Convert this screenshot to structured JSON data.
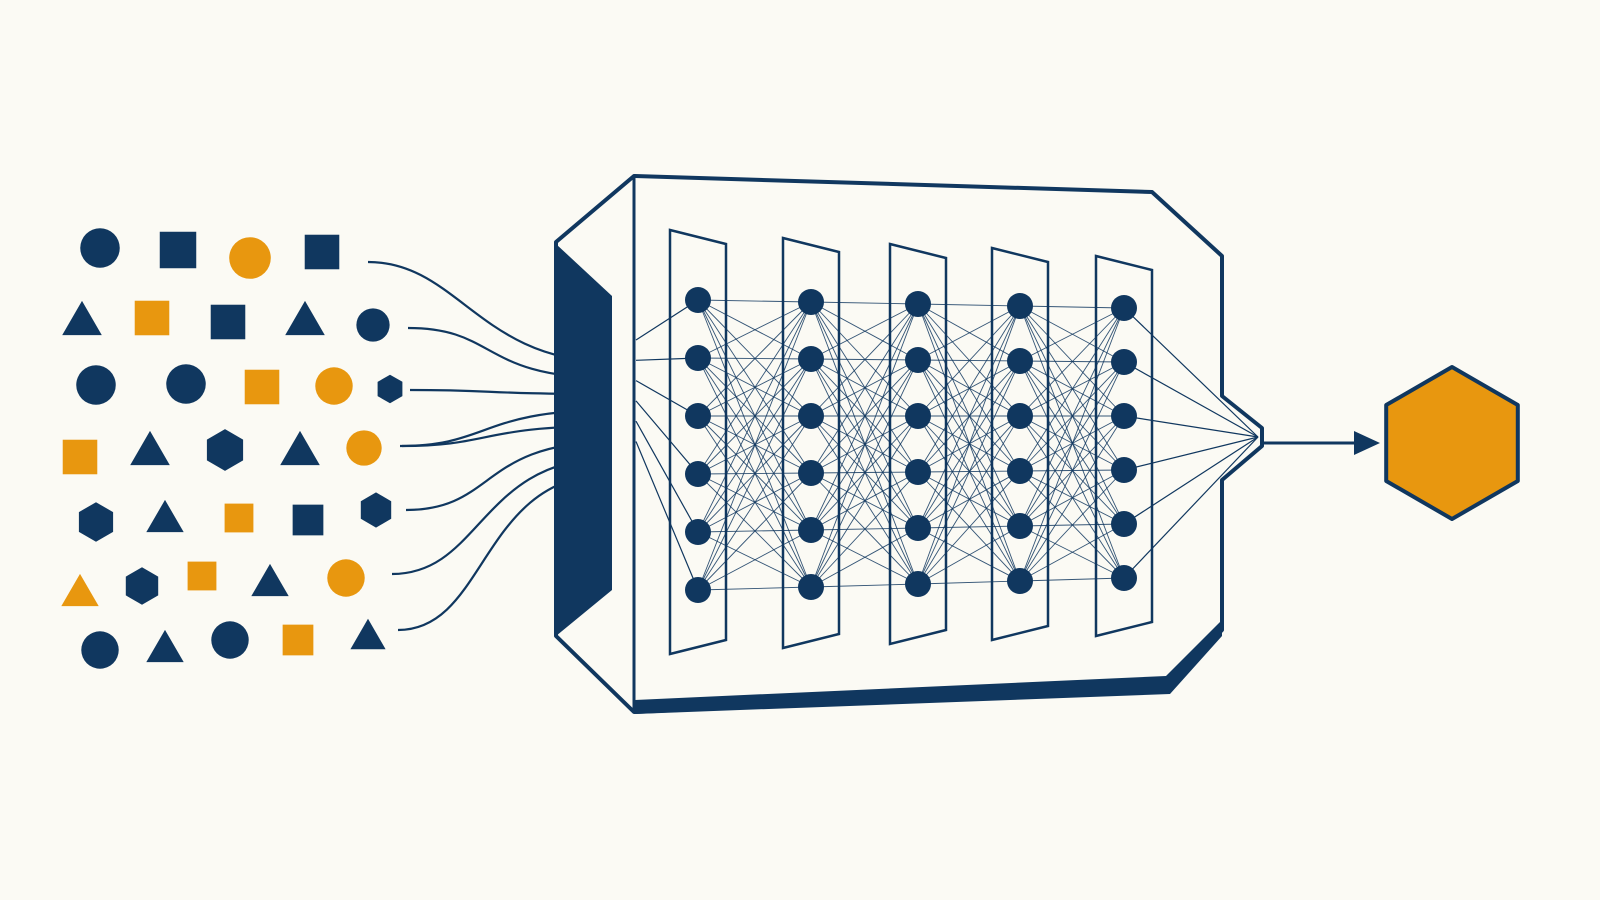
{
  "colors": {
    "background": "#fbfaf4",
    "navy": "#10375f",
    "orange": "#e8970f"
  },
  "input_shapes": [
    {
      "shape": "circle",
      "color": "navy"
    },
    {
      "shape": "square",
      "color": "navy"
    },
    {
      "shape": "circle",
      "color": "orange"
    },
    {
      "shape": "square",
      "color": "navy"
    },
    {
      "shape": "triangle",
      "color": "navy"
    },
    {
      "shape": "square",
      "color": "orange"
    },
    {
      "shape": "square",
      "color": "navy"
    },
    {
      "shape": "triangle",
      "color": "navy"
    },
    {
      "shape": "circle",
      "color": "navy"
    },
    {
      "shape": "circle",
      "color": "navy"
    },
    {
      "shape": "circle",
      "color": "navy"
    },
    {
      "shape": "square",
      "color": "orange"
    },
    {
      "shape": "circle",
      "color": "orange"
    },
    {
      "shape": "hexagon",
      "color": "navy"
    },
    {
      "shape": "square",
      "color": "orange"
    },
    {
      "shape": "triangle",
      "color": "navy"
    },
    {
      "shape": "hexagon",
      "color": "navy"
    },
    {
      "shape": "triangle",
      "color": "navy"
    },
    {
      "shape": "circle",
      "color": "orange"
    },
    {
      "shape": "hexagon",
      "color": "navy"
    },
    {
      "shape": "triangle",
      "color": "navy"
    },
    {
      "shape": "square",
      "color": "orange"
    },
    {
      "shape": "square",
      "color": "navy"
    },
    {
      "shape": "hexagon",
      "color": "navy"
    },
    {
      "shape": "triangle",
      "color": "orange"
    },
    {
      "shape": "hexagon",
      "color": "navy"
    },
    {
      "shape": "square",
      "color": "orange"
    },
    {
      "shape": "triangle",
      "color": "navy"
    },
    {
      "shape": "circle",
      "color": "orange"
    },
    {
      "shape": "circle",
      "color": "navy"
    },
    {
      "shape": "triangle",
      "color": "navy"
    },
    {
      "shape": "circle",
      "color": "navy"
    },
    {
      "shape": "square",
      "color": "orange"
    },
    {
      "shape": "triangle",
      "color": "navy"
    }
  ],
  "network": {
    "layers": 5,
    "nodes_per_layer": 6,
    "input_wires": 8
  },
  "output": {
    "shape": "hexagon",
    "color": "orange"
  }
}
